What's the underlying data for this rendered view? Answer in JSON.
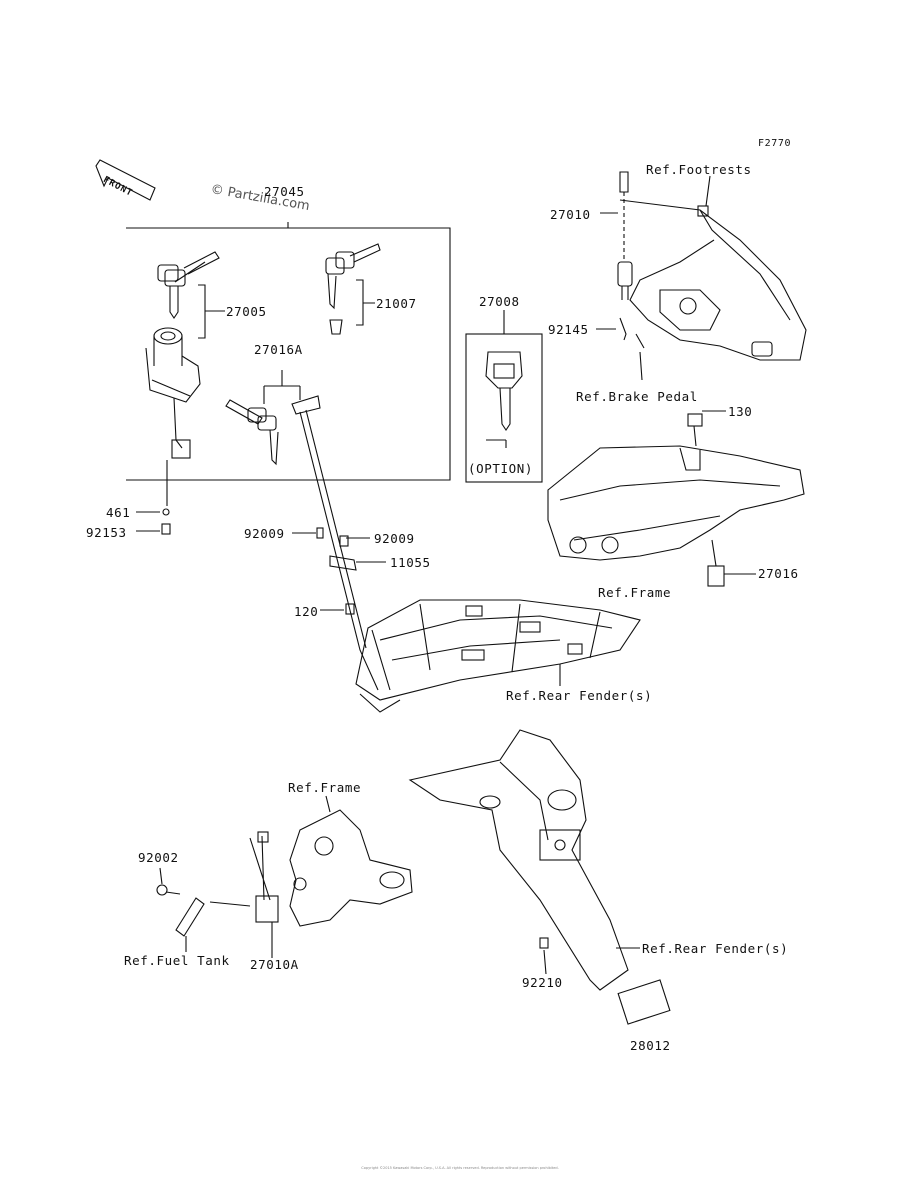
{
  "figure_code": "F2770",
  "watermark": "© Partzilla.com",
  "front_label": "FRONT",
  "parts": {
    "p27045": "27045",
    "p27005": "27005",
    "p21007": "21007",
    "p27016A": "27016A",
    "p27008": "27008",
    "option": "(OPTION)",
    "p461": "461",
    "p92153": "92153",
    "p92009a": "92009",
    "p92009b": "92009",
    "p11055": "11055",
    "p120": "120",
    "p27010": "27010",
    "p92145": "92145",
    "p130": "130",
    "p27016": "27016",
    "p92002": "92002",
    "p27010A": "27010A",
    "p92210": "92210",
    "p28012": "28012"
  },
  "refs": {
    "footrests": "Ref.Footrests",
    "brake_pedal": "Ref.Brake Pedal",
    "frame_right": "Ref.Frame",
    "rear_fender_mid": "Ref.Rear Fender(s)",
    "frame_lower": "Ref.Frame",
    "fuel_tank": "Ref.Fuel Tank",
    "rear_fender_lower": "Ref.Rear Fender(s)"
  },
  "footer_text": "Copyright ©2015 Kawasaki Motors Corp., U.S.A. All rights reserved. Reproduction without permission prohibited."
}
